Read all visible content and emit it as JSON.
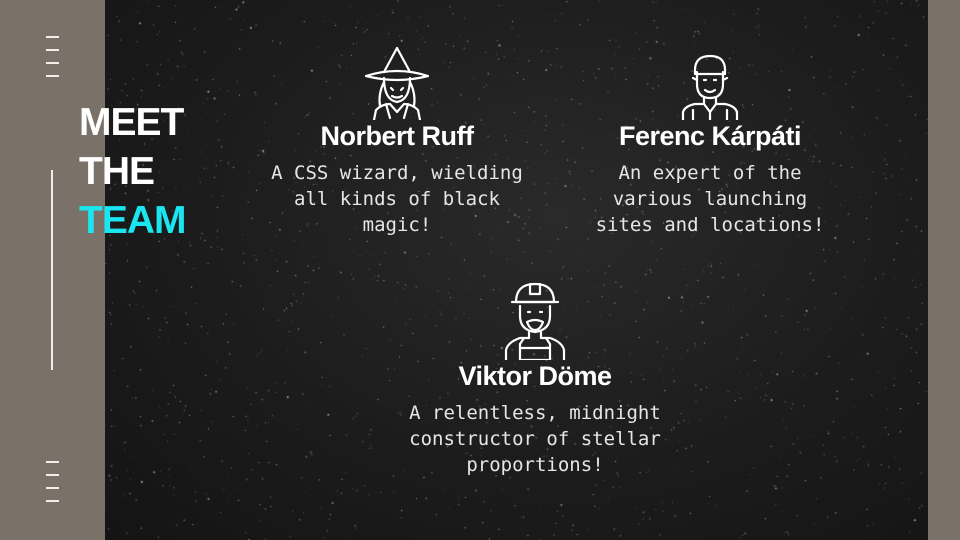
{
  "heading": {
    "line1": "MEET",
    "line2": "THE",
    "line3": "TEAM"
  },
  "colors": {
    "accent": "#19e6f0",
    "side": "#7a7169",
    "background": "#1c1c1c"
  },
  "members": [
    {
      "name": "Norbert Ruff",
      "description": [
        "A CSS wizard, wielding",
        "all kinds of black",
        "magic!"
      ],
      "icon": "wizard-icon"
    },
    {
      "name": "Ferenc Kárpáti",
      "description": [
        "An expert of the",
        "various launching",
        "sites and locations!"
      ],
      "icon": "man-icon"
    },
    {
      "name": "Viktor Döme",
      "description": [
        "A relentless, midnight",
        "constructor of stellar",
        "proportions!"
      ],
      "icon": "worker-icon"
    }
  ]
}
